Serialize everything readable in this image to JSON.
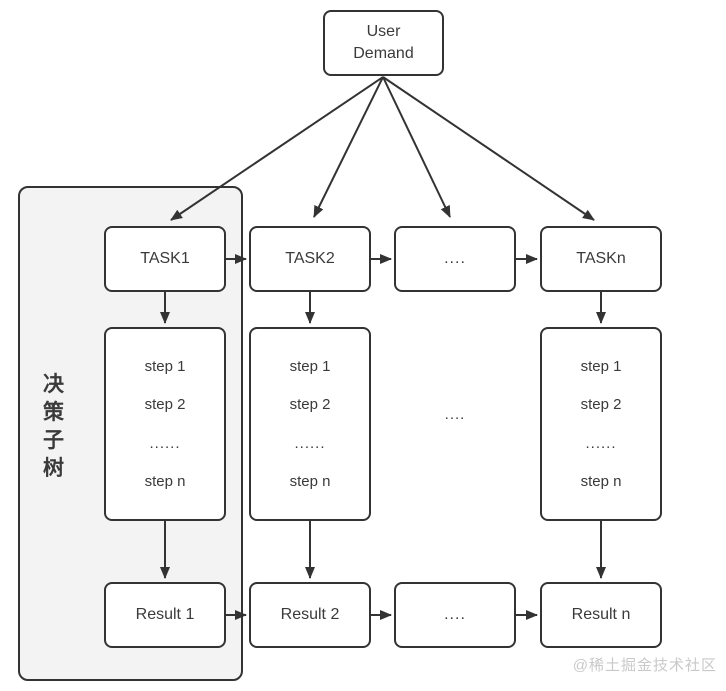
{
  "diagram": {
    "root_label": "User Demand",
    "panel_label": "决策子树",
    "columns": [
      {
        "task": "TASK1",
        "steps": [
          "step 1",
          "step 2",
          "......",
          "step n"
        ],
        "result": "Result 1"
      },
      {
        "task": "TASK2",
        "steps": [
          "step 1",
          "step 2",
          "......",
          "step n"
        ],
        "result": "Result 2"
      },
      {
        "task": "....",
        "middle": "....",
        "result": "...."
      },
      {
        "task": "TASKn",
        "steps": [
          "step 1",
          "step 2",
          "......",
          "step n"
        ],
        "result": "Result n"
      }
    ],
    "colors": {
      "line": "#333333",
      "panel": "#f3f3f4",
      "box": "#ffffff",
      "text": "#3a3a3a",
      "wm": "#c9c9c9"
    }
  },
  "watermark": "@稀土掘金技术社区"
}
